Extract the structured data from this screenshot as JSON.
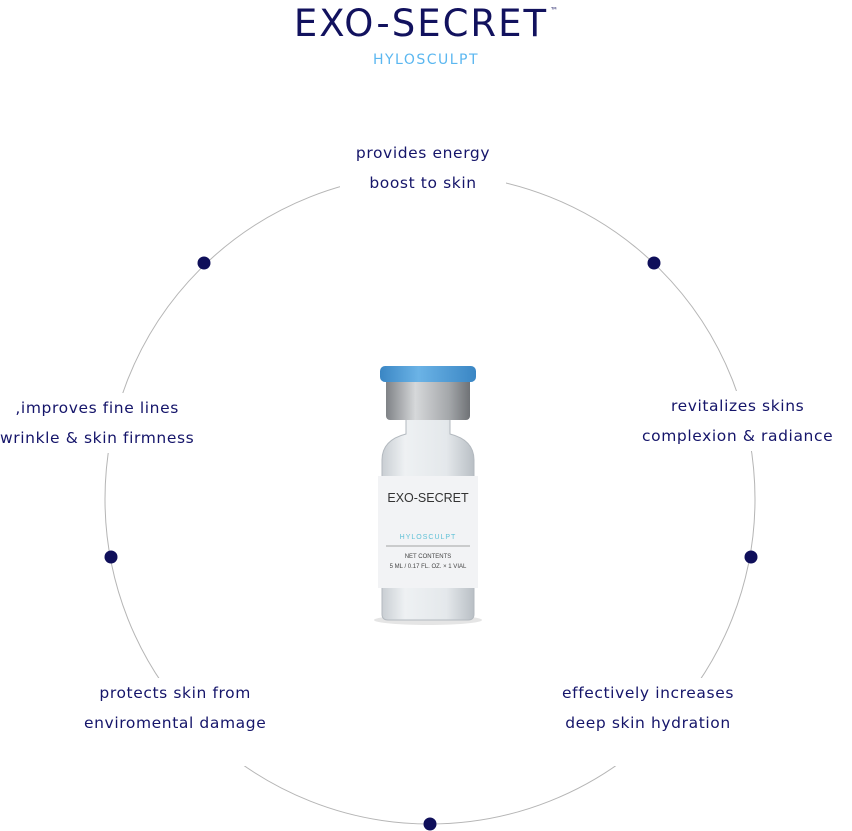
{
  "brand": {
    "title": "EXO-SECRET",
    "trademark": "™",
    "subtitle": "HYLOSCULPT"
  },
  "product": {
    "label_brand": "EXO-SECRET",
    "label_line": "HYLOSCULPT",
    "net_contents": "NET CONTENTS",
    "volume": "5 ML / 0.17 FL. OZ. × 1 VIAL"
  },
  "benefits": [
    {
      "line1": "provides energy",
      "line2": "boost to skin"
    },
    {
      "line1": "revitalizes skins",
      "line2": "complexion & radiance"
    },
    {
      "line1": "effectively increases",
      "line2": "deep skin hydration"
    },
    {
      "line1": "protects skin from",
      "line2": "enviromental damage"
    },
    {
      "line1": ",improves fine lines",
      "line2": "wrinkle & skin firmness"
    }
  ],
  "colors": {
    "navy": "#15156a",
    "accent": "#5bb7f0",
    "cap": "#4a9bd6"
  }
}
